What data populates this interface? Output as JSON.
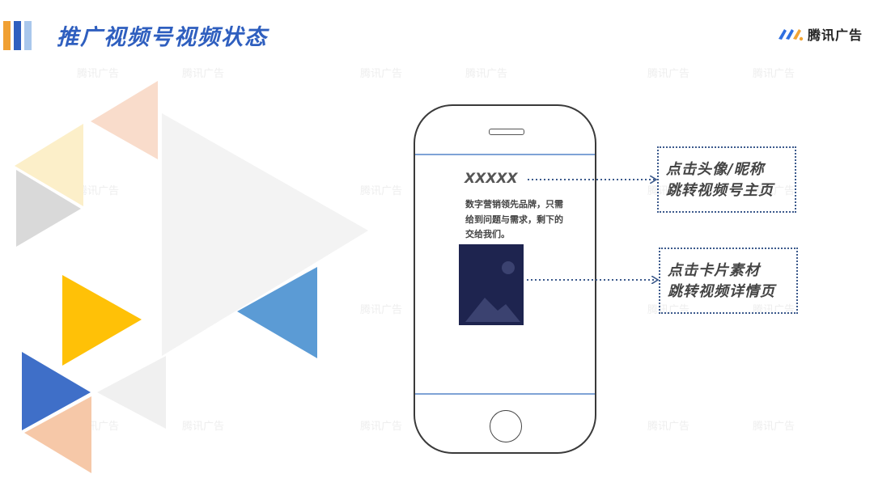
{
  "header": {
    "title": "推广视频号视频状态",
    "accent_colors": [
      "#F0A033",
      "#2F5FBF",
      "#A9C7EC"
    ]
  },
  "brand": {
    "name": "腾讯广告",
    "logo_icon": "tencent-ads-logo-icon"
  },
  "watermark": {
    "text": "腾讯广告"
  },
  "phone": {
    "nickname": "XXXXX",
    "description_lines": [
      "数字营销领先品牌，只需",
      "给到问题与需求，剩下的",
      "交给我们。"
    ],
    "card_icon": "image-placeholder-icon"
  },
  "callouts": [
    {
      "line1": "点击头像/昵称",
      "line2": "跳转视频号主页"
    },
    {
      "line1": "点击卡片素材",
      "line2": "跳转视频详情页"
    }
  ],
  "colors": {
    "title": "#2F5FBF",
    "dotted_border": "#3C5A8C",
    "card": "#1E244F",
    "triangle_yellow": "#FFC107",
    "triangle_blue": "#5B9BD5",
    "triangle_dark_blue": "#3F6FC8",
    "triangle_peach": "#F6C8A8"
  }
}
